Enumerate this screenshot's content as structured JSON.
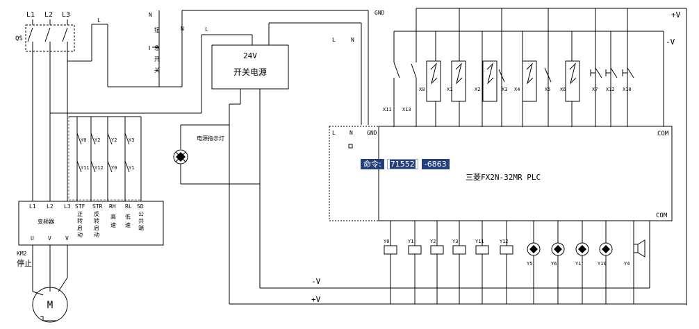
{
  "power": {
    "phases": [
      "L1",
      "L2",
      "L3"
    ],
    "breaker": "QS",
    "line_l": "L",
    "line_n": "N",
    "n_marks": [
      "N",
      "N",
      "N"
    ],
    "l_marks": [
      "L",
      "L",
      "L"
    ],
    "gnd": "GND",
    "plus_v": "+V",
    "minus_v": "-V",
    "switch_chars": [
      "钮",
      "急",
      "开",
      "关"
    ]
  },
  "psu": {
    "voltage": "24V",
    "name": "开关电源"
  },
  "indicator": {
    "label": "电源指示灯"
  },
  "vfd": {
    "name": "变频器",
    "top_terminals": [
      "L1",
      "L2",
      "L3",
      "STF",
      "STR",
      "RH",
      "RL",
      "SD"
    ],
    "bottom_terminals": [
      "U",
      "V",
      "V"
    ],
    "stf_desc": [
      "正",
      "转",
      "启",
      "动"
    ],
    "str_desc": [
      "反",
      "转",
      "启",
      "动"
    ],
    "rh_desc": [
      "高",
      "速"
    ],
    "rl_desc": [
      "低",
      "速"
    ],
    "sd_desc": [
      "公",
      "共",
      "端"
    ],
    "contacts_top": [
      "Y0",
      "Y2",
      "Y2",
      "Y3"
    ],
    "contacts_bottom": [
      "Y11",
      "Y12",
      "Y0",
      "Y1"
    ],
    "km": "KM2",
    "stop": "停止",
    "motor": "M"
  },
  "plc": {
    "name": "三菱FX2N-32MR  PLC",
    "terms": [
      "L",
      "N",
      "GND"
    ],
    "com_top": "COM",
    "com_bottom": "COM"
  },
  "inputs": {
    "left_labels": [
      "X11",
      "X13"
    ],
    "labels": [
      "X0",
      "X1",
      "X2",
      "X3",
      "X4",
      "X5",
      "X6",
      "X7",
      "X12",
      "X10"
    ]
  },
  "outputs": {
    "coils": [
      "Y0",
      "Y1",
      "Y2",
      "Y3",
      "Y11",
      "Y12"
    ],
    "lamps": [
      "Y5",
      "Y6",
      "Y1",
      "Y10"
    ],
    "buzzer": "Y4"
  },
  "command": {
    "label": "命令:",
    "x": "71552",
    "y": "-6863"
  }
}
